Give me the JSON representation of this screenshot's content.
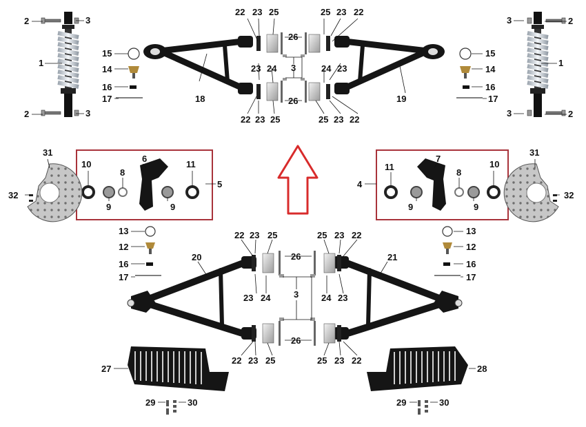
{
  "colors": {
    "frame": "#b23a40",
    "arrow": "#d82b2b",
    "arm": "#151515",
    "spring": "#dfe6ee",
    "metal": "#b9b9b9",
    "line": "#111111"
  },
  "callouts": [
    {
      "id": "shock-bolt-top-left",
      "text": "2"
    },
    {
      "id": "shock-nut-top-left",
      "text": "3"
    },
    {
      "id": "shock-left",
      "text": "1"
    },
    {
      "id": "shock-bolt-bottom-left",
      "text": "2"
    },
    {
      "id": "shock-nut-bottom-left",
      "text": "3"
    },
    {
      "id": "shock-nut-top-right",
      "text": "3"
    },
    {
      "id": "shock-bolt-top-right",
      "text": "2"
    },
    {
      "id": "shock-right",
      "text": "1"
    },
    {
      "id": "shock-nut-bottom-right",
      "text": "3"
    },
    {
      "id": "shock-bolt-bottom-right",
      "text": "2"
    },
    {
      "id": "circlip-upper-left",
      "text": "15"
    },
    {
      "id": "ball-joint-upper-left",
      "text": "14"
    },
    {
      "id": "clip-upper-left",
      "text": "16"
    },
    {
      "id": "pin-upper-left",
      "text": "17"
    },
    {
      "id": "circlip-upper-right",
      "text": "15"
    },
    {
      "id": "ball-joint-upper-right",
      "text": "14"
    },
    {
      "id": "clip-upper-right",
      "text": "16"
    },
    {
      "id": "pin-upper-right",
      "text": "17"
    },
    {
      "id": "upper-arm-left",
      "text": "18"
    },
    {
      "id": "upper-arm-right",
      "text": "19"
    },
    {
      "id": "ul-t-22",
      "text": "22"
    },
    {
      "id": "ul-t-23",
      "text": "23"
    },
    {
      "id": "ul-t-25",
      "text": "25"
    },
    {
      "id": "ul-m-23",
      "text": "23"
    },
    {
      "id": "ul-m-24",
      "text": "24"
    },
    {
      "id": "ul-b-22",
      "text": "22"
    },
    {
      "id": "ul-b-23",
      "text": "23"
    },
    {
      "id": "ul-b-25",
      "text": "25"
    },
    {
      "id": "ur-t-25",
      "text": "25"
    },
    {
      "id": "ur-t-23",
      "text": "23"
    },
    {
      "id": "ur-t-22",
      "text": "22"
    },
    {
      "id": "ur-m-24",
      "text": "24"
    },
    {
      "id": "ur-m-23",
      "text": "23"
    },
    {
      "id": "ur-b-25",
      "text": "25"
    },
    {
      "id": "ur-b-23",
      "text": "23"
    },
    {
      "id": "ur-b-22",
      "text": "22"
    },
    {
      "id": "upper-bolt-top",
      "text": "26"
    },
    {
      "id": "upper-bolt-bottom",
      "text": "26"
    },
    {
      "id": "upper-shaft",
      "text": "3"
    },
    {
      "id": "disc-left",
      "text": "31"
    },
    {
      "id": "disc-bolts-left",
      "text": "32"
    },
    {
      "id": "disc-right",
      "text": "31"
    },
    {
      "id": "disc-bolts-right",
      "text": "32"
    },
    {
      "id": "knuckle-left",
      "text": "5"
    },
    {
      "id": "knuckle-right",
      "text": "4"
    },
    {
      "id": "kl-seal-outer",
      "text": "10"
    },
    {
      "id": "kl-bearing-outer",
      "text": "9"
    },
    {
      "id": "kl-spacer",
      "text": "8"
    },
    {
      "id": "kl-knuckle",
      "text": "6"
    },
    {
      "id": "kl-bearing-inner",
      "text": "9"
    },
    {
      "id": "kl-seal-inner",
      "text": "11"
    },
    {
      "id": "kr-seal-inner",
      "text": "11"
    },
    {
      "id": "kr-bearing-inner",
      "text": "9"
    },
    {
      "id": "kr-knuckle",
      "text": "7"
    },
    {
      "id": "kr-spacer",
      "text": "8"
    },
    {
      "id": "kr-bearing-outer",
      "text": "9"
    },
    {
      "id": "kr-seal-outer",
      "text": "10"
    },
    {
      "id": "circlip-lower-left",
      "text": "13"
    },
    {
      "id": "ball-joint-lower-left",
      "text": "12"
    },
    {
      "id": "clip-lower-left",
      "text": "16"
    },
    {
      "id": "pin-lower-left",
      "text": "17"
    },
    {
      "id": "circlip-lower-right",
      "text": "13"
    },
    {
      "id": "ball-joint-lower-right",
      "text": "12"
    },
    {
      "id": "clip-lower-right",
      "text": "16"
    },
    {
      "id": "pin-lower-right",
      "text": "17"
    },
    {
      "id": "lower-arm-left",
      "text": "20"
    },
    {
      "id": "lower-arm-right",
      "text": "21"
    },
    {
      "id": "ll-t-22",
      "text": "22"
    },
    {
      "id": "ll-t-23",
      "text": "23"
    },
    {
      "id": "ll-t-25",
      "text": "25"
    },
    {
      "id": "ll-m-23",
      "text": "23"
    },
    {
      "id": "ll-m-24",
      "text": "24"
    },
    {
      "id": "ll-b-22",
      "text": "22"
    },
    {
      "id": "ll-b-23",
      "text": "23"
    },
    {
      "id": "ll-b-25",
      "text": "25"
    },
    {
      "id": "lr-t-25",
      "text": "25"
    },
    {
      "id": "lr-t-23",
      "text": "23"
    },
    {
      "id": "lr-t-22",
      "text": "22"
    },
    {
      "id": "lr-m-24",
      "text": "24"
    },
    {
      "id": "lr-m-23",
      "text": "23"
    },
    {
      "id": "lr-b-25",
      "text": "25"
    },
    {
      "id": "lr-b-23",
      "text": "23"
    },
    {
      "id": "lr-b-22",
      "text": "22"
    },
    {
      "id": "lower-bolt-top",
      "text": "26"
    },
    {
      "id": "lower-bolt-bottom",
      "text": "26"
    },
    {
      "id": "lower-shaft",
      "text": "3"
    },
    {
      "id": "guard-left",
      "text": "27"
    },
    {
      "id": "guard-right",
      "text": "28"
    },
    {
      "id": "guard-bolt-left",
      "text": "29"
    },
    {
      "id": "guard-nut-left",
      "text": "30"
    },
    {
      "id": "guard-bolt-right",
      "text": "29"
    },
    {
      "id": "guard-nut-right",
      "text": "30"
    }
  ]
}
